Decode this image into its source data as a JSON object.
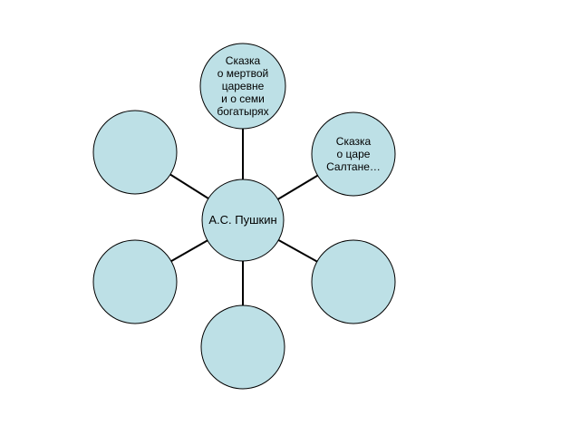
{
  "diagram": {
    "center": {
      "id": "center",
      "label": "А.С. Пушкин"
    },
    "nodes": [
      {
        "id": "top",
        "label": "Сказка\nо мертвой\nцаревне\nи о семи\nбогатырях"
      },
      {
        "id": "upper-right",
        "label": "Сказка\nо царе\nСалтане…"
      },
      {
        "id": "lower-right",
        "label": ""
      },
      {
        "id": "bottom",
        "label": ""
      },
      {
        "id": "lower-left",
        "label": ""
      },
      {
        "id": "upper-left",
        "label": ""
      }
    ],
    "edges": [
      [
        "center",
        "top"
      ],
      [
        "center",
        "upper-right"
      ],
      [
        "center",
        "lower-right"
      ],
      [
        "center",
        "bottom"
      ],
      [
        "center",
        "lower-left"
      ],
      [
        "center",
        "upper-left"
      ]
    ]
  },
  "colors": {
    "node_fill": "#bde0e6",
    "node_stroke": "#000000",
    "edge": "#000000"
  }
}
